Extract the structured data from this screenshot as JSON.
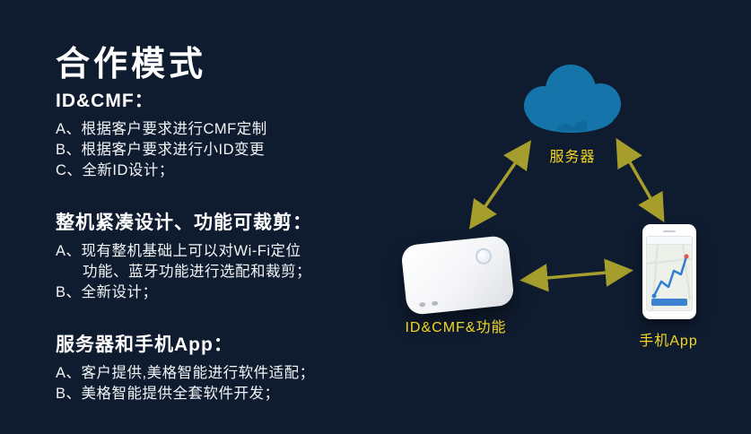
{
  "slide": {
    "title": "合作模式",
    "sections": [
      {
        "heading": "ID&CMF：",
        "lines": [
          "A、根据客户要求进行CMF定制",
          "B、根据客户要求进行小ID变更",
          "C、全新ID设计；"
        ]
      },
      {
        "heading": "整机紧凑设计、功能可裁剪：",
        "lines": [
          "A、现有整机基础上可以对Wi-Fi定位",
          "功能、蓝牙功能进行选配和裁剪；",
          "B、全新设计；"
        ]
      },
      {
        "heading": "服务器和手机App：",
        "lines": [
          "A、客户提供,美格智能进行软件适配；",
          "B、美格智能提供全套软件开发；"
        ]
      }
    ]
  },
  "diagram": {
    "nodes": [
      {
        "id": "server",
        "label": "服务器",
        "icon": "cloud-icon"
      },
      {
        "id": "device",
        "label": "ID&CMF&功能",
        "icon": "tracker-device-icon"
      },
      {
        "id": "phone",
        "label": "手机App",
        "icon": "smartphone-icon"
      }
    ],
    "connections": [
      {
        "from": "server",
        "to": "device",
        "style": "double-arrow"
      },
      {
        "from": "server",
        "to": "phone",
        "style": "double-arrow"
      },
      {
        "from": "device",
        "to": "phone",
        "style": "double-arrow"
      }
    ]
  },
  "colors": {
    "background": "#0f1c30",
    "text": "#ffffff",
    "node_label": "#f4d723",
    "arrow": "#a59e2c",
    "cloud": "#1575ab"
  }
}
